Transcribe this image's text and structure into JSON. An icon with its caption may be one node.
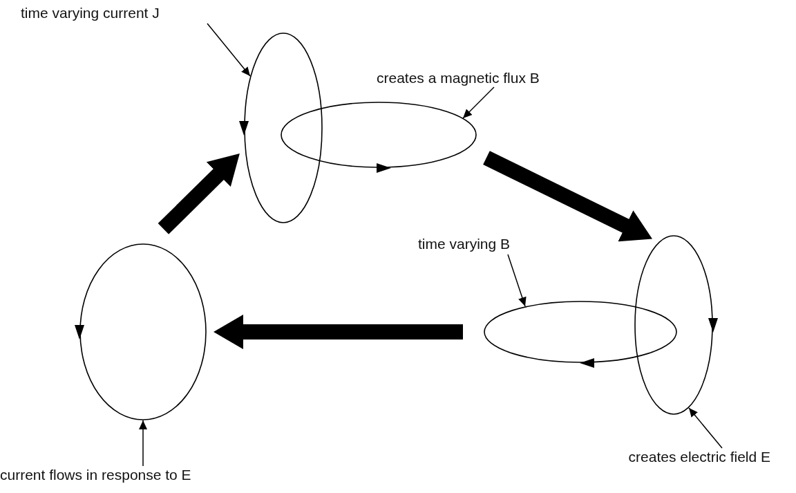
{
  "diagram": {
    "nodes": [
      {
        "text": [
          "time varying current J"
        ]
      },
      {
        "text": [],
        "shape": "circle"
      },
      {
        "text": [
          "creates a magnetic flux B"
        ]
      },
      {
        "text": [],
        "shape": "circle"
      },
      {
        "text": [
          "time varying B"
        ]
      },
      {
        "text": [],
        "shape": "circle"
      },
      {
        "text": [],
        "shape": "circle"
      },
      {
        "text": [
          "creates electric field E"
        ]
      },
      {
        "text": [],
        "shape": "circle"
      },
      {
        "text": [
          "current flows in response to E"
        ]
      }
    ],
    "edges": [
      {
        "from": 0,
        "to": 1,
        "arrow": "to"
      },
      {
        "from": 2,
        "to": 3,
        "arrow": "to"
      },
      {
        "from": 4,
        "to": 5,
        "arrow": "to"
      },
      {
        "from": 7,
        "to": 6,
        "arrow": "to"
      },
      {
        "from": 9,
        "to": 8,
        "arrow": "to"
      },
      {
        "from": 8,
        "to": 1,
        "arrow": "to",
        "style": "thick"
      },
      {
        "from": 3,
        "to": 6,
        "arrow": "to",
        "style": "thick"
      },
      {
        "from": 5,
        "to": 8,
        "arrow": "to",
        "style": "thick"
      }
    ]
  }
}
